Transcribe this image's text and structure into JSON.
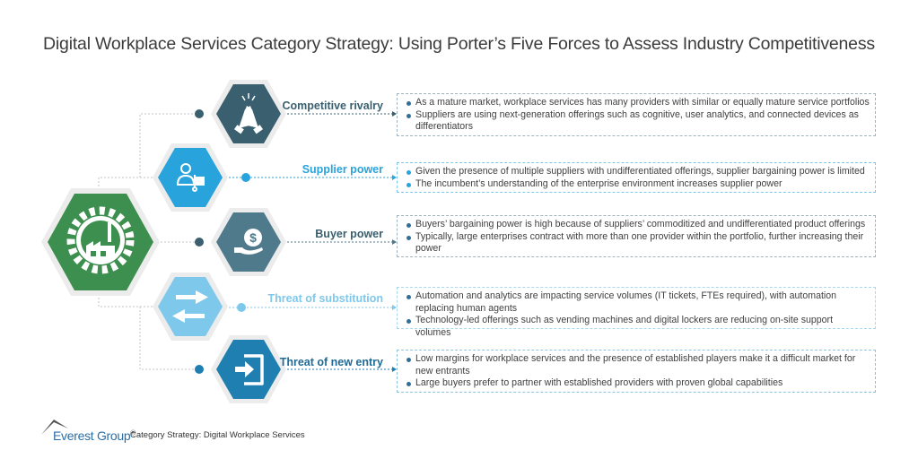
{
  "title": "Digital Workplace Services Category Strategy: Using Porter’s Five Forces to Assess Industry Competitiveness",
  "center": {
    "icon": "factory-gear-icon",
    "color": "#3c8f4e"
  },
  "forces": [
    {
      "label": "Competitive rivalry",
      "icon": "high-five-hands-icon",
      "color": "#3a5f6f",
      "label_color": "#3a5f6f",
      "bullets": [
        "As a mature market, workplace services has many providers with similar or equally mature service portfolios",
        "Suppliers are using next-generation offerings such as cognitive, user analytics, and connected devices as differentiators"
      ]
    },
    {
      "label": "Supplier power",
      "icon": "supplier-person-icon",
      "color": "#29a3dc",
      "label_color": "#29a3dc",
      "bullets": [
        "Given the presence of multiple suppliers with undifferentiated offerings, supplier bargaining power is limited",
        "The incumbent’s understanding of the enterprise environment increases supplier power"
      ]
    },
    {
      "label": "Buyer power",
      "icon": "dollar-hand-icon",
      "color": "#4f7a8c",
      "label_color": "#3a5f6f",
      "bullets": [
        "Buyers’ bargaining power is high because of suppliers’ commoditized and undifferentiated product offerings",
        "Typically, large enterprises contract with more than one provider within the portfolio, further increasing their power"
      ]
    },
    {
      "label": "Threat of substitution",
      "icon": "swap-arrows-icon",
      "color": "#7ec8ec",
      "label_color": "#7ec8ec",
      "bullets": [
        "Automation and analytics are impacting service volumes (IT tickets, FTEs required), with automation replacing human agents",
        "Technology-led offerings such as vending machines and digital lockers are reducing on-site support volumes"
      ]
    },
    {
      "label": "Threat of new entry",
      "icon": "enter-door-icon",
      "color": "#1f7fb0",
      "label_color": "#1f6a96",
      "bullets": [
        "Low margins for workplace services and the presence of established players make it a difficult market for new entrants",
        "Large buyers prefer to partner with established providers with proven global capabilities"
      ]
    }
  ],
  "footer": {
    "brand": "Everest Group",
    "registered": "®",
    "caption": "Category Strategy: Digital Workplace Services"
  }
}
